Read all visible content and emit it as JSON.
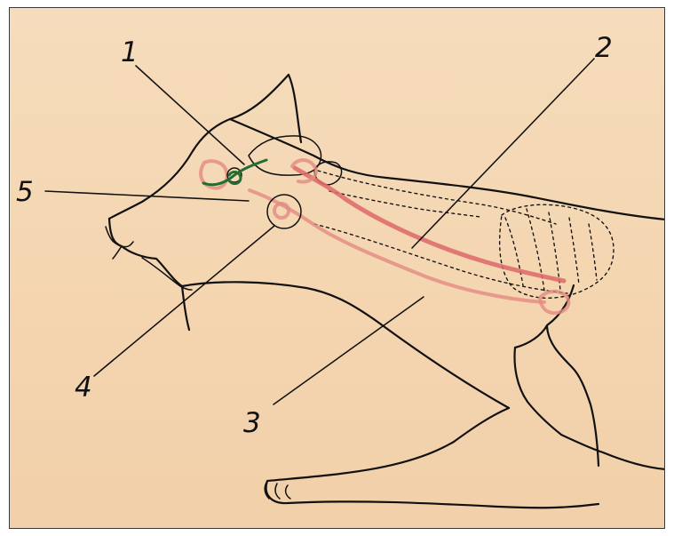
{
  "diagram": {
    "labels": [
      {
        "id": "label-1",
        "text": "1"
      },
      {
        "id": "label-2",
        "text": "2"
      },
      {
        "id": "label-3",
        "text": "3"
      },
      {
        "id": "label-4",
        "text": "4"
      },
      {
        "id": "label-5",
        "text": "5"
      }
    ],
    "colors": {
      "paper": "#f4d6b1",
      "ink": "#111111",
      "red_marker": "#df6b6b",
      "green_marker": "#236d33"
    }
  }
}
